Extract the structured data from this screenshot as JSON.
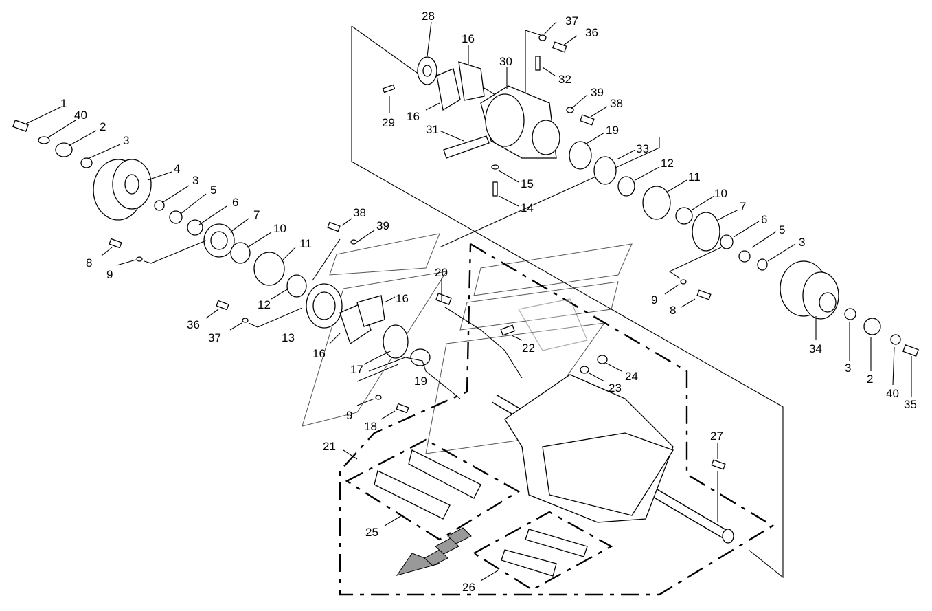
{
  "callouts": [
    {
      "num": "1"
    },
    {
      "num": "40"
    },
    {
      "num": "2"
    },
    {
      "num": "3"
    },
    {
      "num": "4"
    },
    {
      "num": "3"
    },
    {
      "num": "5"
    },
    {
      "num": "6"
    },
    {
      "num": "7"
    },
    {
      "num": "10"
    },
    {
      "num": "11"
    },
    {
      "num": "12"
    },
    {
      "num": "13"
    },
    {
      "num": "8"
    },
    {
      "num": "9"
    },
    {
      "num": "36"
    },
    {
      "num": "37"
    },
    {
      "num": "38"
    },
    {
      "num": "39"
    },
    {
      "num": "16"
    },
    {
      "num": "16"
    },
    {
      "num": "17"
    },
    {
      "num": "19"
    },
    {
      "num": "9"
    },
    {
      "num": "18"
    },
    {
      "num": "20"
    },
    {
      "num": "22"
    },
    {
      "num": "23"
    },
    {
      "num": "24"
    },
    {
      "num": "21"
    },
    {
      "num": "25"
    },
    {
      "num": "26"
    },
    {
      "num": "27"
    },
    {
      "num": "28"
    },
    {
      "num": "16"
    },
    {
      "num": "16"
    },
    {
      "num": "29"
    },
    {
      "num": "31"
    },
    {
      "num": "30"
    },
    {
      "num": "37"
    },
    {
      "num": "36"
    },
    {
      "num": "32"
    },
    {
      "num": "39"
    },
    {
      "num": "38"
    },
    {
      "num": "19"
    },
    {
      "num": "15"
    },
    {
      "num": "14"
    },
    {
      "num": "33"
    },
    {
      "num": "12"
    },
    {
      "num": "11"
    },
    {
      "num": "10"
    },
    {
      "num": "7"
    },
    {
      "num": "6"
    },
    {
      "num": "5"
    },
    {
      "num": "3"
    },
    {
      "num": "9"
    },
    {
      "num": "8"
    },
    {
      "num": "34"
    },
    {
      "num": "3"
    },
    {
      "num": "2"
    },
    {
      "num": "40"
    },
    {
      "num": "35"
    }
  ]
}
